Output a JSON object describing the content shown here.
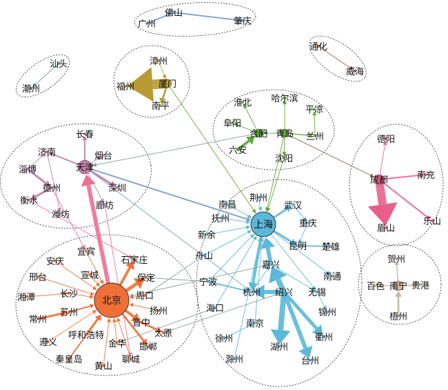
{
  "colors": {
    "beijing": "#ee7038",
    "shanghai": "#5bb8d8",
    "tianjin": "#c080a8",
    "tianjin_edge": "#ee7090",
    "xiamen": "#b89a35",
    "qingdao": "#5fa83a",
    "chengdu": "#e8608a",
    "nanning": "#c8b8a0",
    "guangzhou": "#7a9cc8",
    "shantou": "#6a9a98",
    "tonghua": "#8a6a50",
    "cross": "#8a9a9a"
  },
  "clusters": [
    {
      "id": "guangzhou",
      "nodes": [
        "广州",
        "佛山",
        "肇庆"
      ]
    },
    {
      "id": "shantou",
      "nodes": [
        "汕头",
        "潮州"
      ]
    },
    {
      "id": "xiamen",
      "nodes": [
        "漳州",
        "福州",
        "厦门",
        "南平"
      ]
    },
    {
      "id": "tonghua",
      "nodes": [
        "通化",
        "威海"
      ]
    },
    {
      "id": "qingdao",
      "nodes": [
        "淮北",
        "哈尔滨",
        "平凉",
        "阜阳",
        "合肥",
        "青岛",
        "兰州",
        "六安",
        "沈阳"
      ]
    },
    {
      "id": "chengdu",
      "nodes": [
        "德阳",
        "南充",
        "成都",
        "乐山",
        "眉山"
      ]
    },
    {
      "id": "nanning",
      "nodes": [
        "贺州",
        "百色",
        "南宁",
        "贵港",
        "梧州"
      ]
    },
    {
      "id": "tianjin",
      "nodes": [
        "长春",
        "济南",
        "烟台",
        "淄博",
        "天津",
        "深圳",
        "德州",
        "衡水",
        "廊坊",
        "潍坊"
      ]
    },
    {
      "id": "beijing",
      "nodes": [
        "北京",
        "宜宾",
        "安庆",
        "宣城",
        "石家庄",
        "邢台",
        "保定",
        "湘潭",
        "长沙",
        "周口",
        "扬州",
        "常州",
        "苏州",
        "晋中",
        "太原",
        "遵义",
        "呼和浩特",
        "金华",
        "邯郸",
        "秦皇岛",
        "黄山",
        "聊城"
      ]
    },
    {
      "id": "shanghai",
      "nodes": [
        "上海",
        "荆州",
        "南昌",
        "抚州",
        "武汉",
        "新余",
        "重庆",
        "昆明",
        "楚雄",
        "舟山",
        "嘉兴",
        "南通",
        "宁波",
        "杭州",
        "绍兴",
        "无锡",
        "海口",
        "锦州",
        "南京",
        "衢州",
        "徐州",
        "湖州",
        "滁州",
        "台州"
      ]
    }
  ]
}
